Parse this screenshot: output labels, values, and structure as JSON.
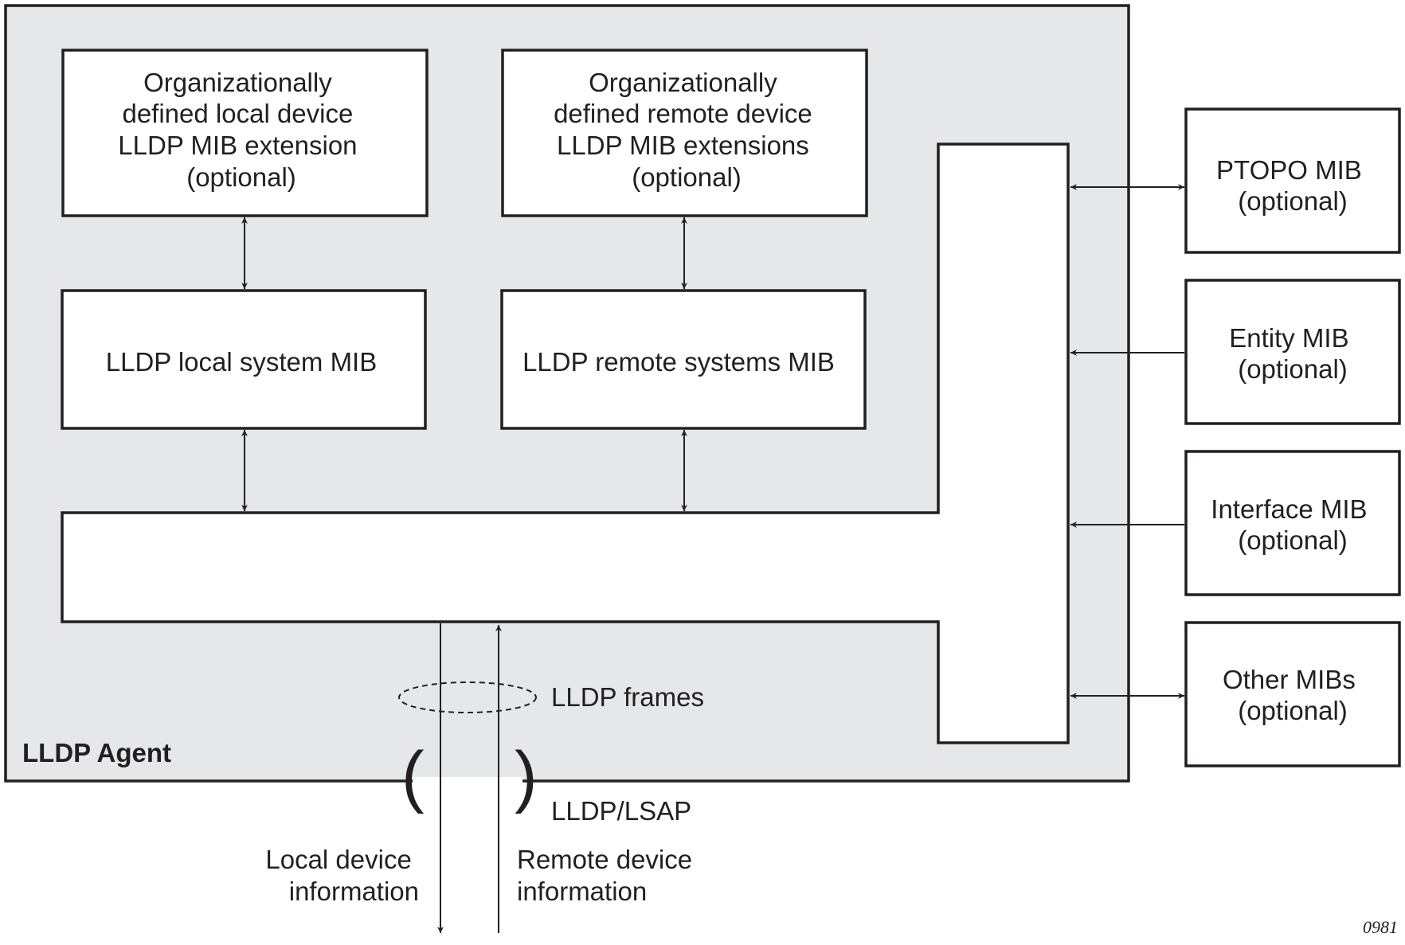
{
  "agent": {
    "title": "LLDP Agent"
  },
  "boxes": {
    "org_local": [
      "Organizationally",
      "defined local device",
      "LLDP MIB extension",
      "(optional)"
    ],
    "org_remote": [
      "Organizationally",
      "defined remote device",
      "LLDP MIB extensions",
      "(optional)"
    ],
    "local_mib": "LLDP local system MIB",
    "remote_mib": "LLDP remote systems MIB"
  },
  "external_mibs": [
    {
      "name": "PTOPO MIB",
      "note": "(optional)",
      "arrow": "bidirectional"
    },
    {
      "name": "Entity MIB",
      "note": "(optional)",
      "arrow": "to-agent"
    },
    {
      "name": "Interface MIB",
      "note": "(optional)",
      "arrow": "to-agent"
    },
    {
      "name": "Other MIBs",
      "note": "(optional)",
      "arrow": "bidirectional"
    }
  ],
  "labels": {
    "frames": "LLDP frames",
    "lsap": "LLDP/LSAP",
    "local_info": [
      "Local device",
      "information"
    ],
    "remote_info": [
      "Remote device",
      "information"
    ],
    "paren_left": "(",
    "paren_right": ")"
  },
  "figure_code": "0981",
  "colors": {
    "agent_fill": "#e6e7e8",
    "stroke": "#231f20",
    "box_fill": "#ffffff"
  }
}
